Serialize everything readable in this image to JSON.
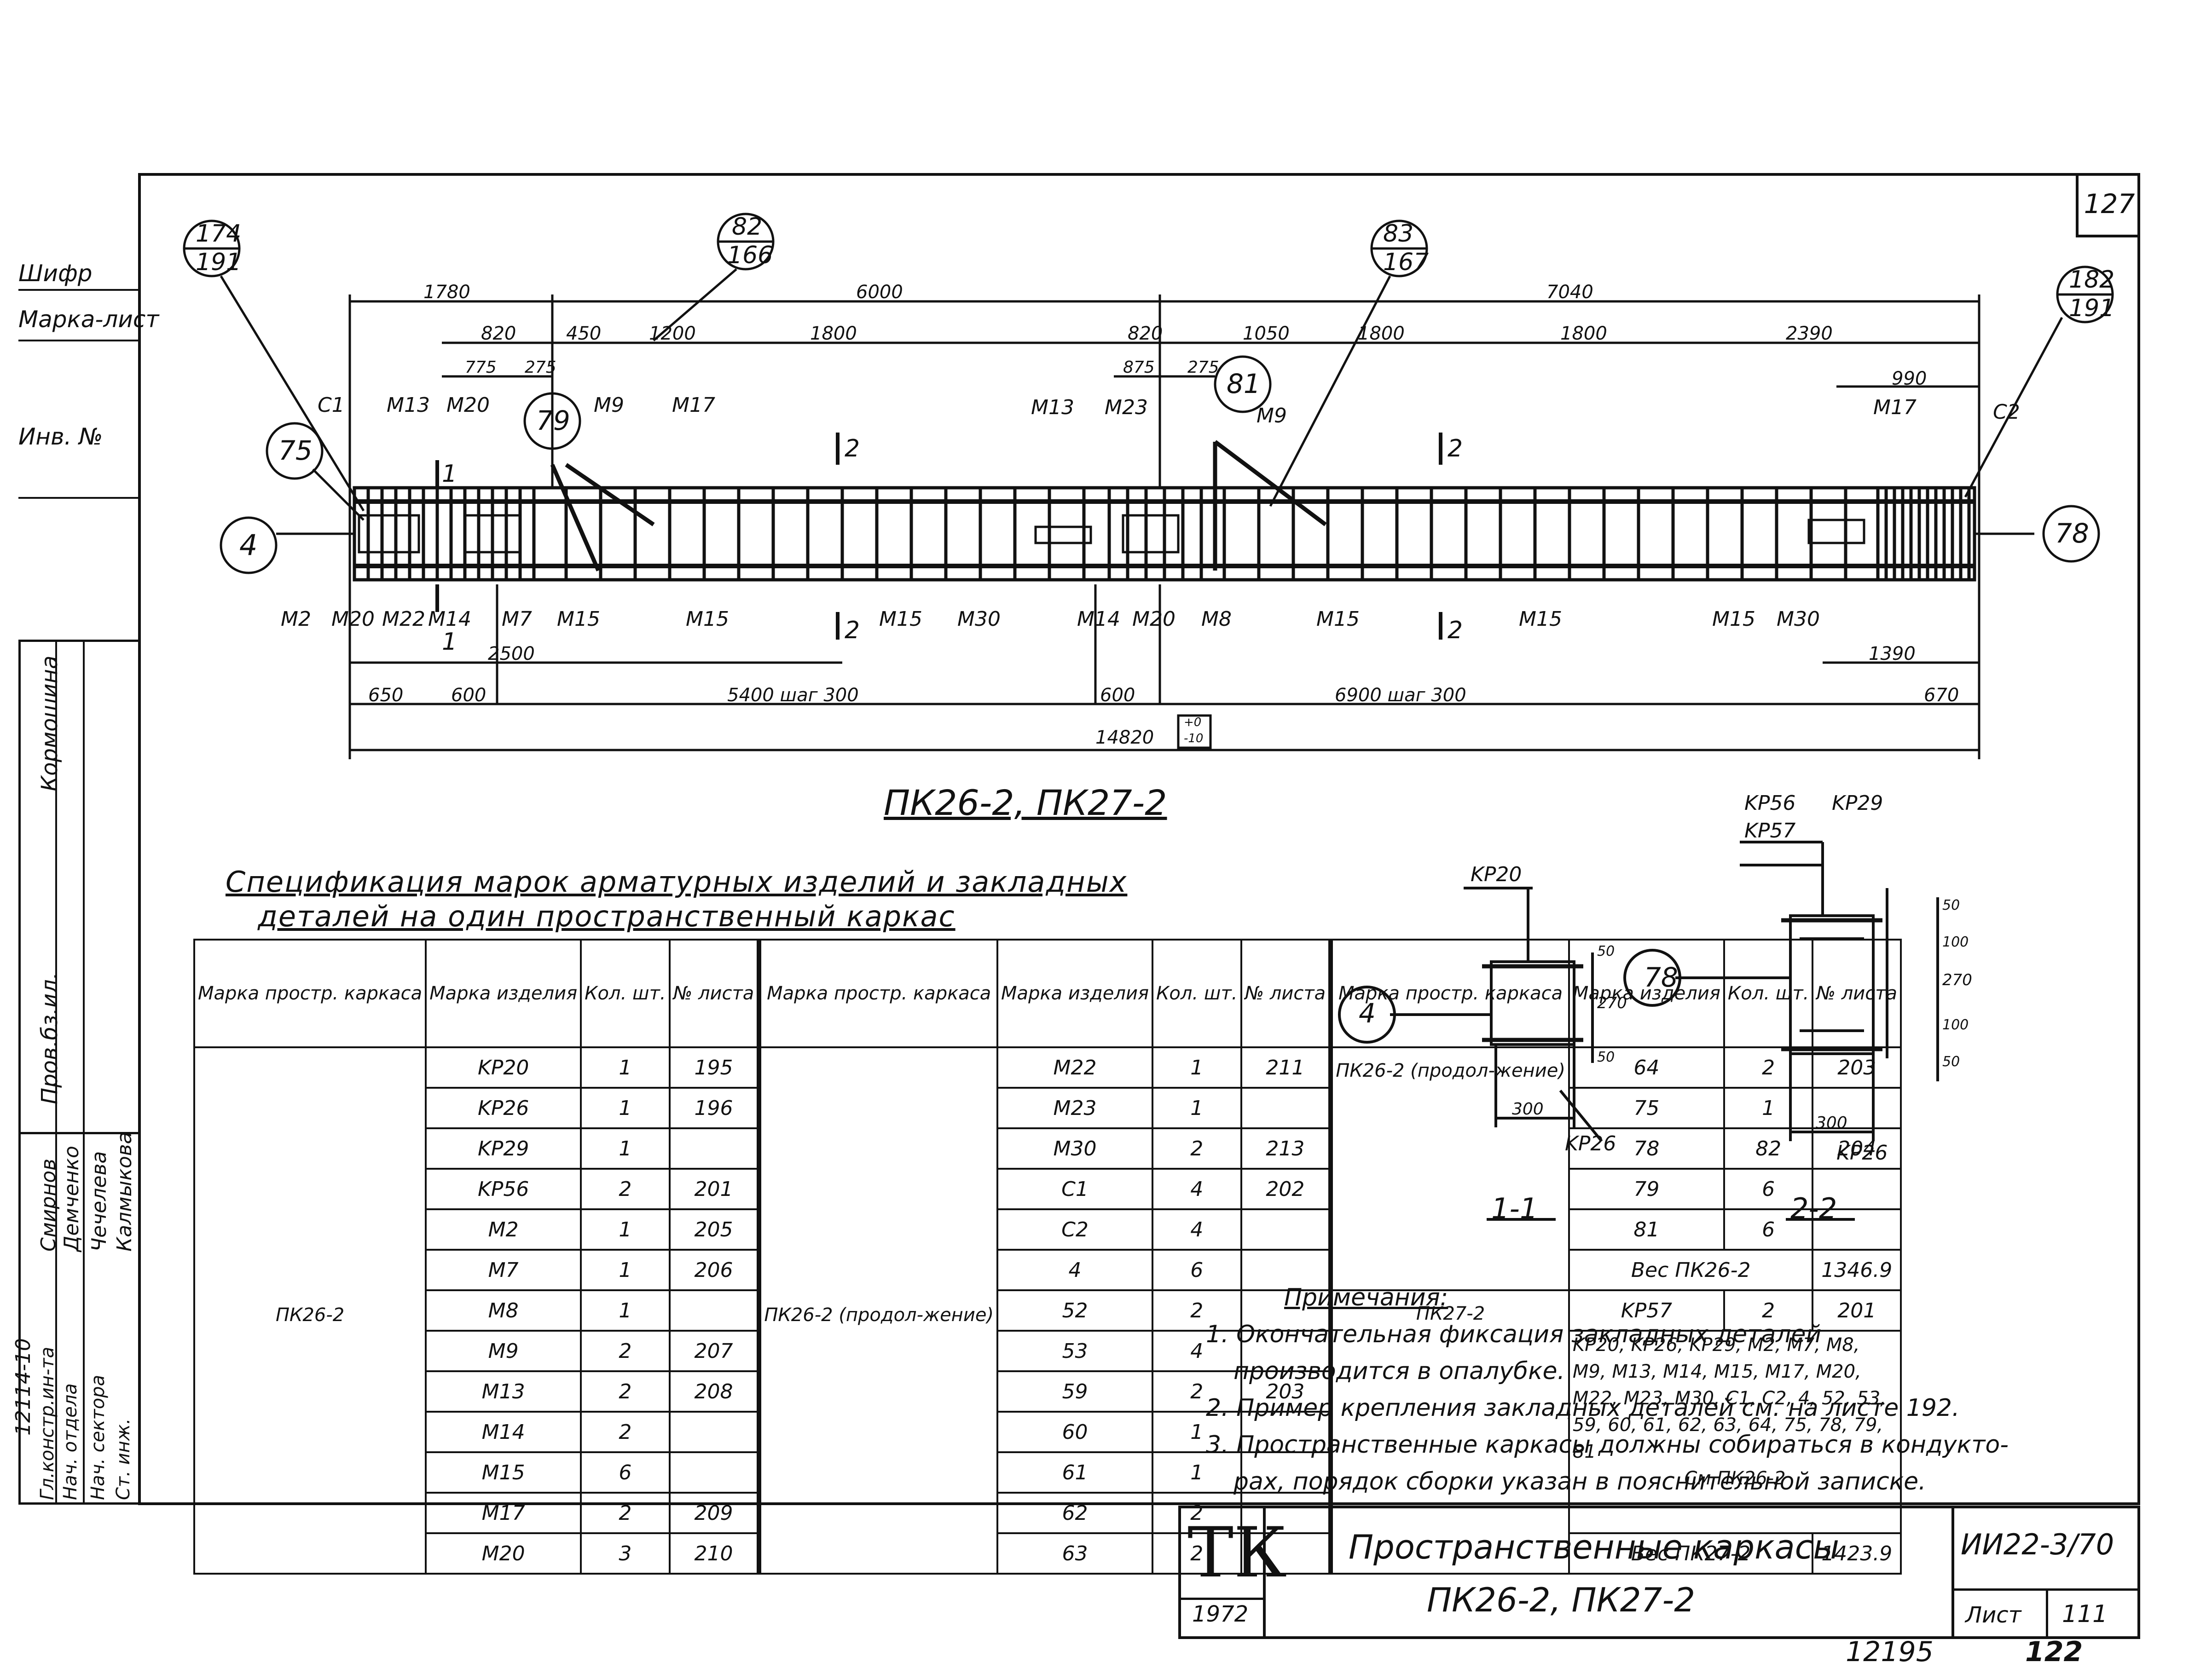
{
  "sheet": {
    "number": "127",
    "bottom_marks": [
      "12195",
      "122"
    ]
  },
  "left_fields": {
    "shifr": "Шифр",
    "marka_list": "Марка-лист",
    "inv_no": "Инв. №"
  },
  "left_strip": {
    "check_name": "Кормошина",
    "check_role": "Пров.бз.ил.",
    "code": "12114-10",
    "roles": [
      "Гл.констр.ин-та",
      "Нач. отдела",
      "Нач. сектора",
      "Ст. инж."
    ],
    "names": [
      "Смирнов",
      "Демченко",
      "Чечелева",
      "Калмыкова"
    ]
  },
  "drawing": {
    "callouts": [
      {
        "top": "174",
        "bottom": "191"
      },
      {
        "top": "82",
        "bottom": "166"
      },
      {
        "top": "83",
        "bottom": "167"
      },
      {
        "top": "182",
        "bottom": "191"
      }
    ],
    "circles": [
      "75",
      "79",
      "81",
      "4",
      "78"
    ],
    "dims_top_1": [
      "1780",
      "6000",
      "7040"
    ],
    "dims_top_2": [
      "820",
      "450",
      "1200",
      "1800",
      "820",
      "1050",
      "1800",
      "1800",
      "2390"
    ],
    "dims_top_3": [
      "775",
      "275",
      "875",
      "275",
      "990"
    ],
    "labels_top": [
      "C1",
      "M13",
      "M20",
      "M9",
      "M17",
      "M13",
      "M23",
      "M9",
      "M17",
      "C2"
    ],
    "labels_bottom": [
      "M2",
      "M20",
      "M22",
      "M14",
      "M7",
      "M15",
      "M15",
      "M15",
      "M30",
      "M14",
      "M20",
      "M8",
      "M15",
      "M15",
      "M15",
      "M30"
    ],
    "section_marks": [
      "1",
      "1",
      "2",
      "2",
      "2",
      "2"
    ],
    "dims_bottom_1": [
      "2500",
      "1390"
    ],
    "dims_bottom_2": [
      "650",
      "600",
      "5400 шаг 300",
      "600",
      "6900 шаг 300",
      "670"
    ],
    "total_length": "14820",
    "tolerance": [
      "+0",
      "-10"
    ],
    "caption": "ПК26-2, ПК27-2"
  },
  "sections": {
    "s1": {
      "caption": "1-1",
      "labels": [
        "KP20",
        "KP26"
      ],
      "circle": "4",
      "dims": [
        "50",
        "270",
        "50",
        "300"
      ]
    },
    "s2": {
      "caption": "2-2",
      "labels": [
        "KP56",
        "KP29",
        "KP57",
        "KP26"
      ],
      "circle": "78",
      "dims": [
        "50",
        "100",
        "270",
        "100",
        "50",
        "300"
      ]
    }
  },
  "spec": {
    "title_line1": "Спецификация марок арматурных изделий и закладных",
    "title_line2": "деталей на один пространственный каркас",
    "headers": [
      "Марка простр. каркаса",
      "Марка изделия",
      "Кол. шт.",
      "№ листа"
    ],
    "block1_frame": "ПК26-2",
    "block1": [
      {
        "mark": "KP20",
        "qty": "1",
        "sheet": "195"
      },
      {
        "mark": "KP26",
        "qty": "1",
        "sheet": "196"
      },
      {
        "mark": "KP29",
        "qty": "1",
        "sheet": ""
      },
      {
        "mark": "KP56",
        "qty": "2",
        "sheet": "201"
      },
      {
        "mark": "M2",
        "qty": "1",
        "sheet": "205"
      },
      {
        "mark": "M7",
        "qty": "1",
        "sheet": "206"
      },
      {
        "mark": "M8",
        "qty": "1",
        "sheet": ""
      },
      {
        "mark": "M9",
        "qty": "2",
        "sheet": "207"
      },
      {
        "mark": "M13",
        "qty": "2",
        "sheet": "208"
      },
      {
        "mark": "M14",
        "qty": "2",
        "sheet": ""
      },
      {
        "mark": "M15",
        "qty": "6",
        "sheet": ""
      },
      {
        "mark": "M17",
        "qty": "2",
        "sheet": "209"
      },
      {
        "mark": "M20",
        "qty": "3",
        "sheet": "210"
      }
    ],
    "block2_frame": "ПК26-2 (продол-жение)",
    "block2": [
      {
        "mark": "M22",
        "qty": "1",
        "sheet": "211"
      },
      {
        "mark": "M23",
        "qty": "1",
        "sheet": ""
      },
      {
        "mark": "M30",
        "qty": "2",
        "sheet": "213"
      },
      {
        "mark": "C1",
        "qty": "4",
        "sheet": "202"
      },
      {
        "mark": "C2",
        "qty": "4",
        "sheet": ""
      },
      {
        "mark": "4",
        "qty": "6",
        "sheet": ""
      },
      {
        "mark": "52",
        "qty": "2",
        "sheet": ""
      },
      {
        "mark": "53",
        "qty": "4",
        "sheet": ""
      },
      {
        "mark": "59",
        "qty": "2",
        "sheet": "203"
      },
      {
        "mark": "60",
        "qty": "1",
        "sheet": ""
      },
      {
        "mark": "61",
        "qty": "1",
        "sheet": ""
      },
      {
        "mark": "62",
        "qty": "2",
        "sheet": ""
      },
      {
        "mark": "63",
        "qty": "2",
        "sheet": ""
      }
    ],
    "block3_frame": "ПК26-2 (продол-жение)",
    "block3": [
      {
        "mark": "64",
        "qty": "2",
        "sheet": "203"
      },
      {
        "mark": "75",
        "qty": "1",
        "sheet": ""
      },
      {
        "mark": "78",
        "qty": "82",
        "sheet": "204"
      },
      {
        "mark": "79",
        "qty": "6",
        "sheet": ""
      },
      {
        "mark": "81",
        "qty": "6",
        "sheet": ""
      }
    ],
    "weight1_label": "Вес ПК26-2",
    "weight1_value": "1346.9",
    "block4_frame": "ПК27-2",
    "block4_first": {
      "mark": "KP57",
      "qty": "2",
      "sheet": "201"
    },
    "block4_list": "KP20, KP26, KP29, M2, M7, M8, M9, M13, M14, M15, M17, M20, M22, M23, M30, C1, C2, 4, 52, 53, 59, 60, 61, 62, 63, 64, 75, 78, 79, 81",
    "block4_see": "См ПК26-2",
    "weight2_label": "Вес ПК27-2",
    "weight2_value": "1423.9"
  },
  "notes": {
    "title": "Примечания:",
    "lines": [
      "1. Окончательная фиксация закладных деталей",
      "производится в опалубке.",
      "2. Пример крепления закладных деталей см. на листе 192.",
      "3. Пространственные каркасы должны собираться в кондукто-",
      "рах, порядок сборки указан в пояснительной записке."
    ]
  },
  "title_block": {
    "logo": "ТК",
    "year": "1972",
    "title_line1": "Пространственные каркасы",
    "title_line2": "ПК26-2, ПК27-2",
    "code": "ИИ22-3/70",
    "sheet_label": "Лист",
    "sheet_value": "111"
  }
}
